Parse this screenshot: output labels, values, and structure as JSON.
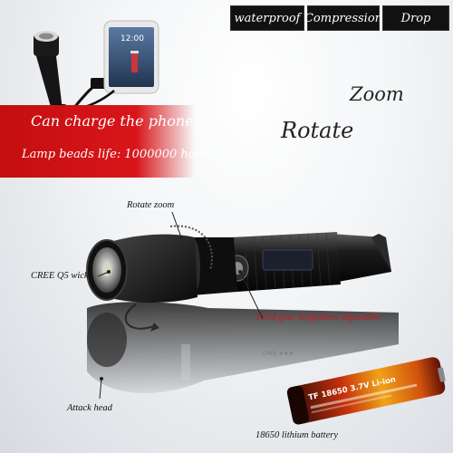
{
  "tabs": [
    "waterproof",
    "Compression",
    "Drop"
  ],
  "banner": {
    "line1": "Can charge the phone",
    "line2": "Lamp beads life: 1000000 hours"
  },
  "headline": {
    "zoom": "Zoom",
    "rotate": "Rotate"
  },
  "labels": {
    "rotate_zoom": "Rotate zoom",
    "cree_wick": "CREE Q5 wick",
    "third_gear": "Third gear brightness adjustable",
    "attack_head": "Attack head",
    "battery": "18650 lithium battery"
  },
  "battery_print": "TF 18650 3.7V Li-ion",
  "phone_time": "12:00",
  "colors": {
    "accent_red": "#d0161b",
    "tab_bg": "#111111"
  }
}
